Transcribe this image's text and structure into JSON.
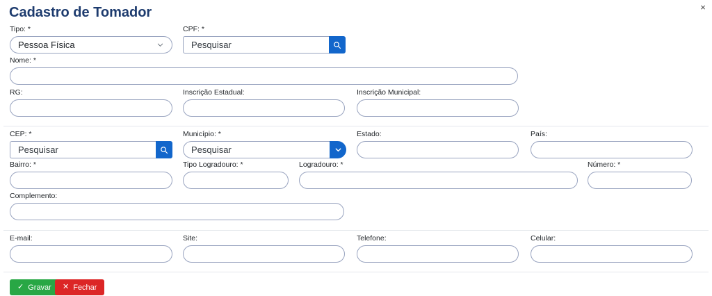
{
  "header": {
    "title": "Cadastro de Tomador",
    "close_icon": "×"
  },
  "colors": {
    "title": "#1d3b6e",
    "accent_blue": "#1266cb",
    "save_green": "#28a745",
    "close_red": "#dc2626",
    "input_border": "#98a3bf"
  },
  "form": {
    "tipo": {
      "label": "Tipo: *",
      "value": "Pessoa Física"
    },
    "cpf": {
      "label": "CPF: *",
      "placeholder": "Pesquisar",
      "button_icon": "search-icon"
    },
    "nome": {
      "label": "Nome: *"
    },
    "rg": {
      "label": "RG:"
    },
    "inscricao_estadual": {
      "label": "Inscrição Estadual:"
    },
    "inscricao_municipal": {
      "label": "Inscrição Municipal:"
    },
    "cep": {
      "label": "CEP: *",
      "placeholder": "Pesquisar",
      "button_icon": "search-icon"
    },
    "municipio": {
      "label": "Município: *",
      "placeholder": "Pesquisar",
      "button_icon": "chevron-down-icon"
    },
    "estado": {
      "label": "Estado:"
    },
    "pais": {
      "label": "País:"
    },
    "bairro": {
      "label": "Bairro: *"
    },
    "tipo_logradouro": {
      "label": "Tipo Logradouro: *"
    },
    "logradouro": {
      "label": "Logradouro: *"
    },
    "numero": {
      "label": "Número: *"
    },
    "complemento": {
      "label": "Complemento:"
    },
    "email": {
      "label": "E-mail:"
    },
    "site": {
      "label": "Site:"
    },
    "telefone": {
      "label": "Telefone:"
    },
    "celular": {
      "label": "Celular:"
    }
  },
  "actions": {
    "save": {
      "label": "Gravar",
      "icon": "✓"
    },
    "close": {
      "label": "Fechar",
      "icon": "✕"
    }
  }
}
